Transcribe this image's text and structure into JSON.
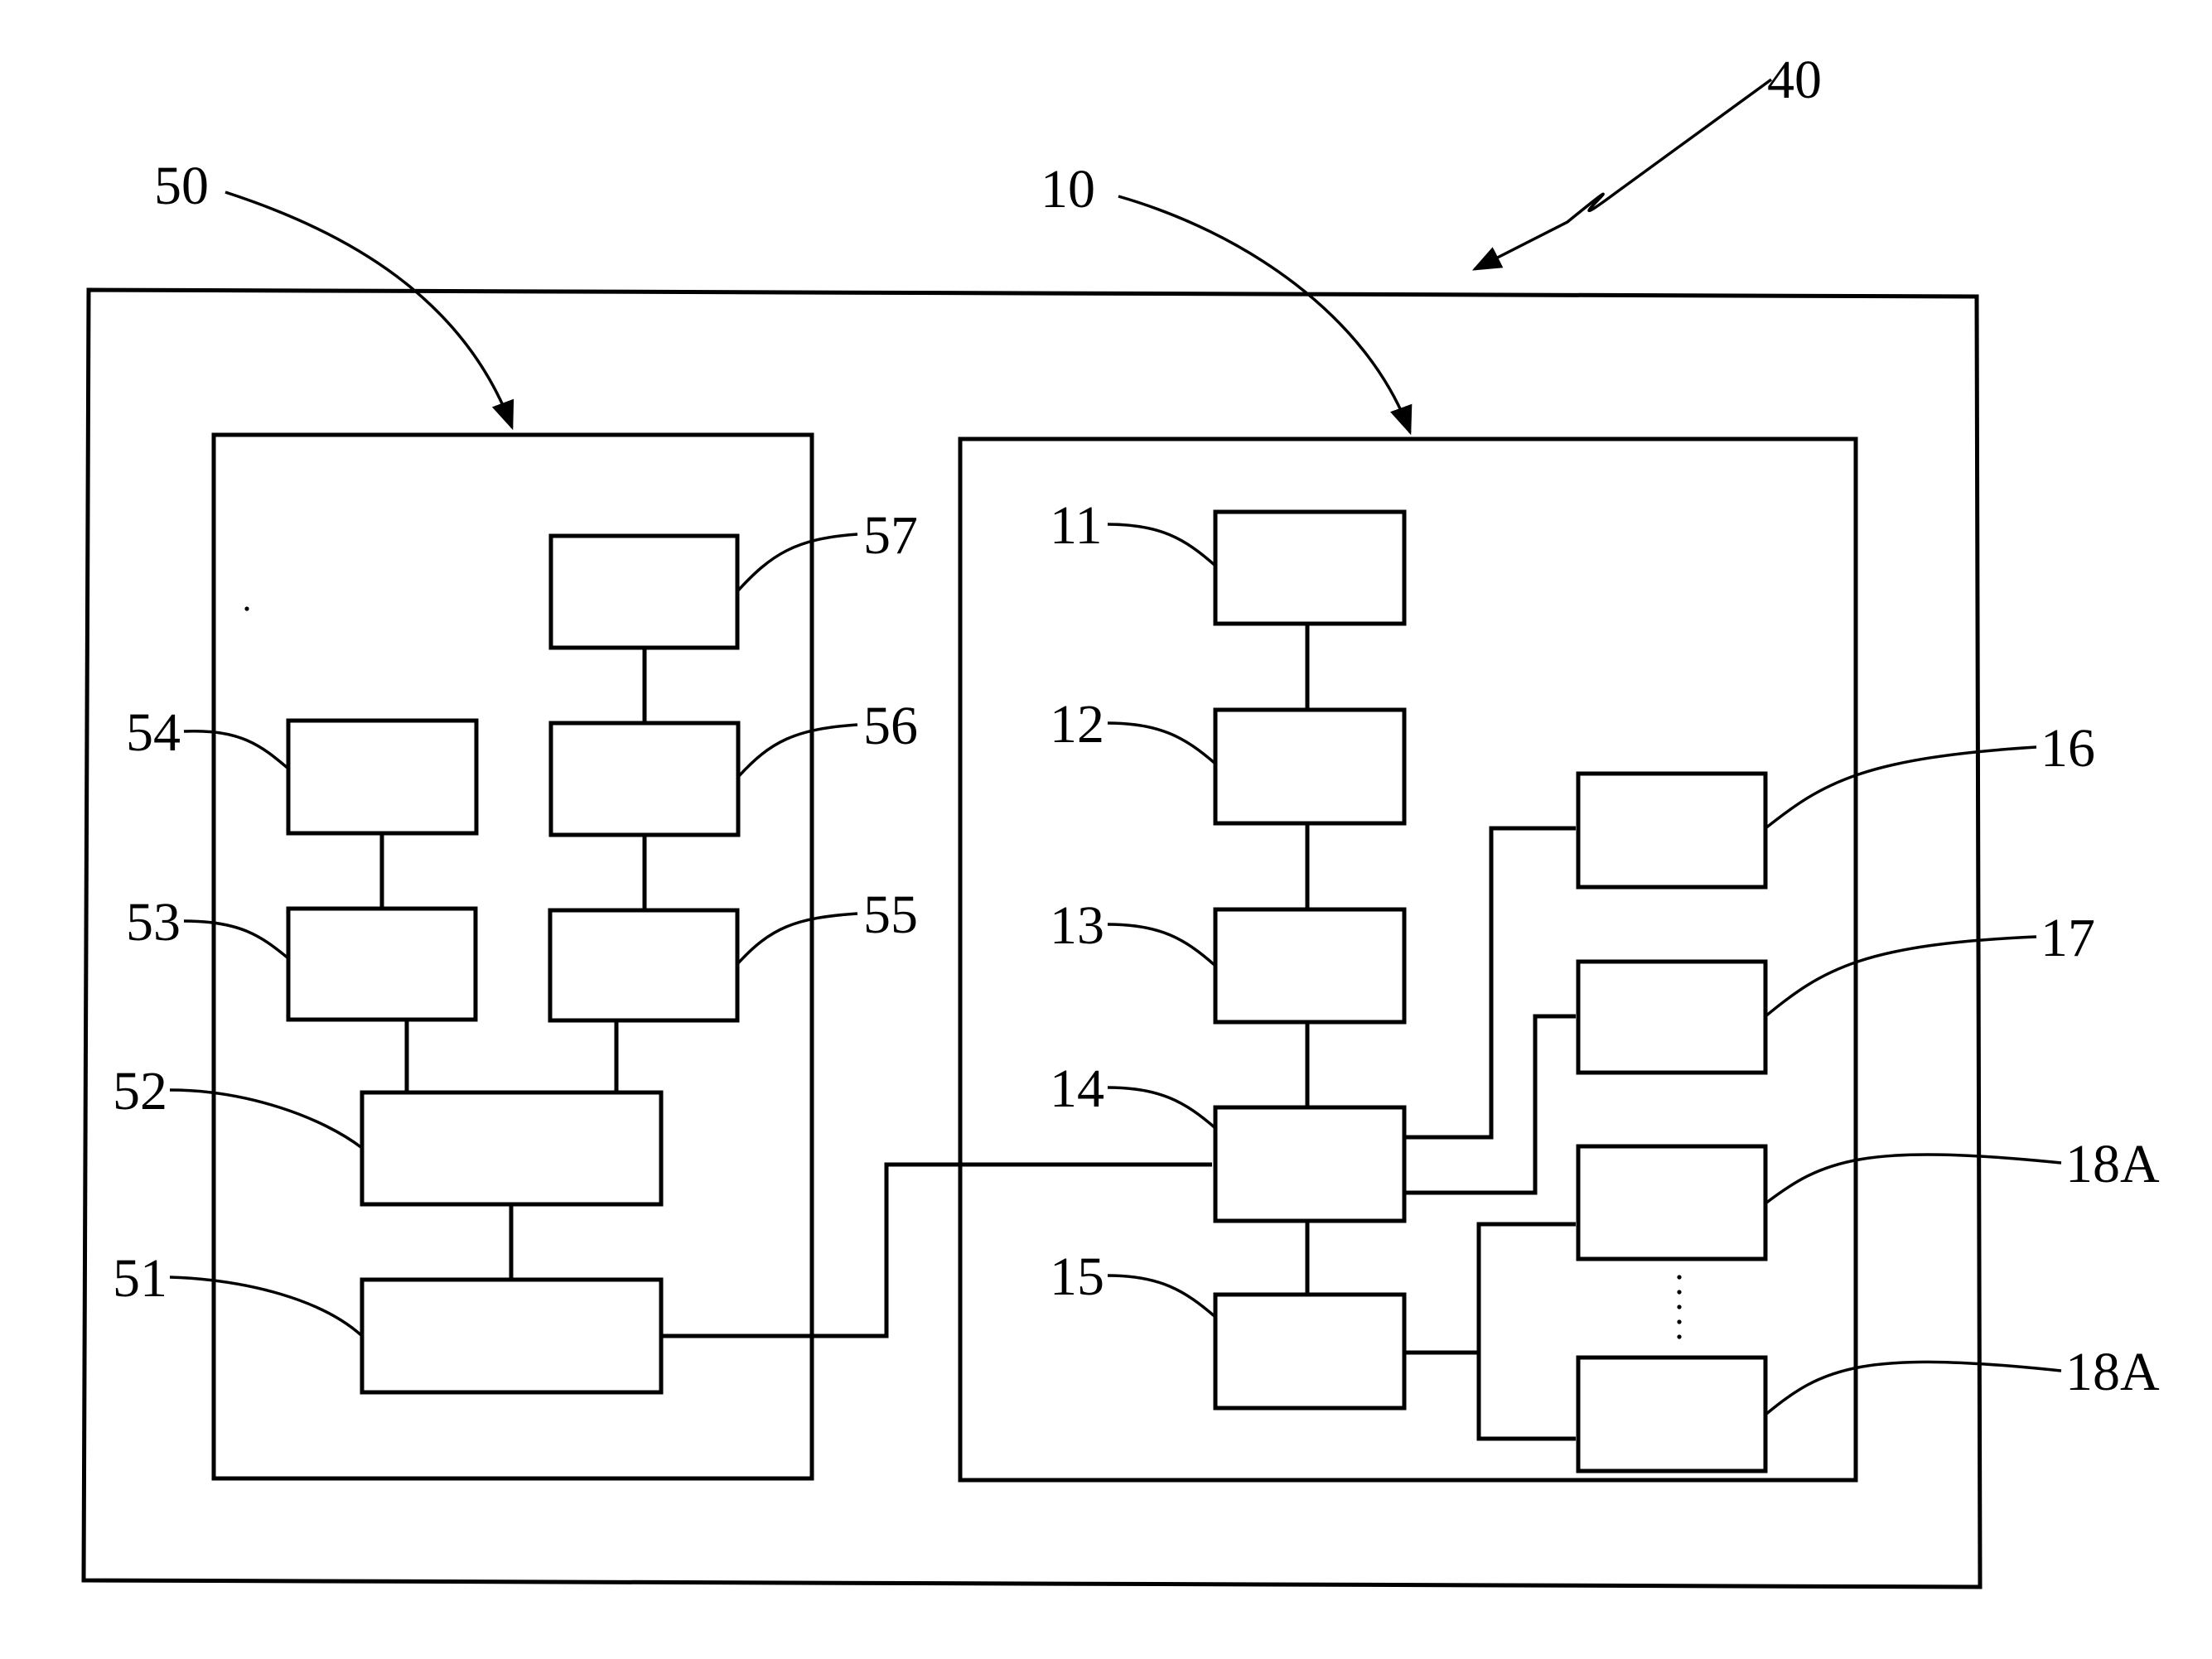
{
  "labels": {
    "system": "40",
    "module_left": "50",
    "module_right": "10",
    "b51": "51",
    "b52": "52",
    "b53": "53",
    "b54": "54",
    "b55": "55",
    "b56": "56",
    "b57": "57",
    "b11": "11",
    "b12": "12",
    "b13": "13",
    "b14": "14",
    "b15": "15",
    "b16": "16",
    "b17": "17",
    "b18a_top": "18A",
    "b18a_bottom": "18A"
  },
  "colors": {
    "stroke": "#000000",
    "background": "#ffffff"
  }
}
